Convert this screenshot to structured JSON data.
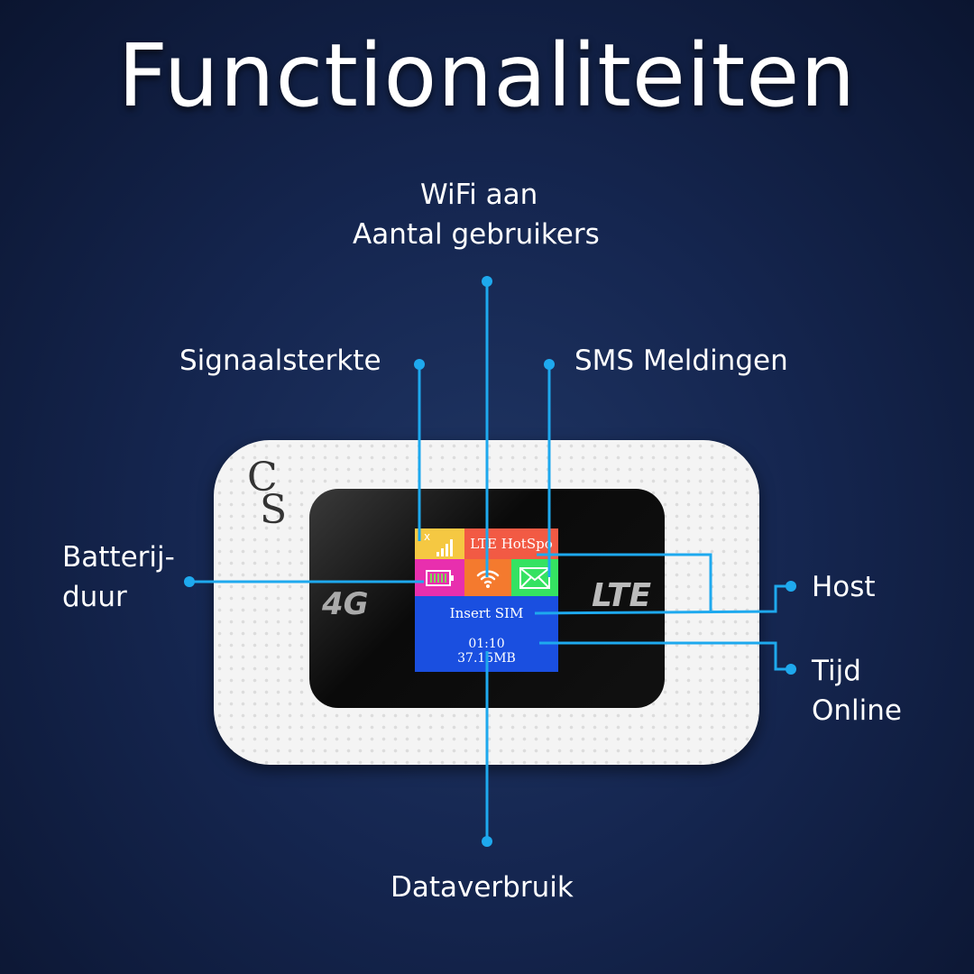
{
  "title": "Functionaliteiten",
  "labels": {
    "wifi_line1": "WiFi aan",
    "wifi_line2": "Aantal gebruikers",
    "signal": "Signaalsterkte",
    "sms": "SMS Meldingen",
    "battery_line1": "Batterij-",
    "battery_line2": "duur",
    "host": "Host",
    "time_line1": "Tijd",
    "time_line2": "Online",
    "data": "Dataverbruik"
  },
  "device": {
    "logo_top": "C",
    "logo_bottom": "S",
    "badge_left": "4G",
    "badge_right": "LTE",
    "screen": {
      "network": "LTE HotSpo",
      "sim_status": "Insert SIM",
      "time": "01:10",
      "data_used": "37.15MB",
      "signal_no_service": "x"
    }
  },
  "colors": {
    "line": "#1ea9ee",
    "yellow": "#f5c842",
    "red": "#f25a44",
    "pink": "#e82fae",
    "orange": "#f47a2e",
    "green": "#35e262",
    "blue": "#1a4fe0"
  }
}
